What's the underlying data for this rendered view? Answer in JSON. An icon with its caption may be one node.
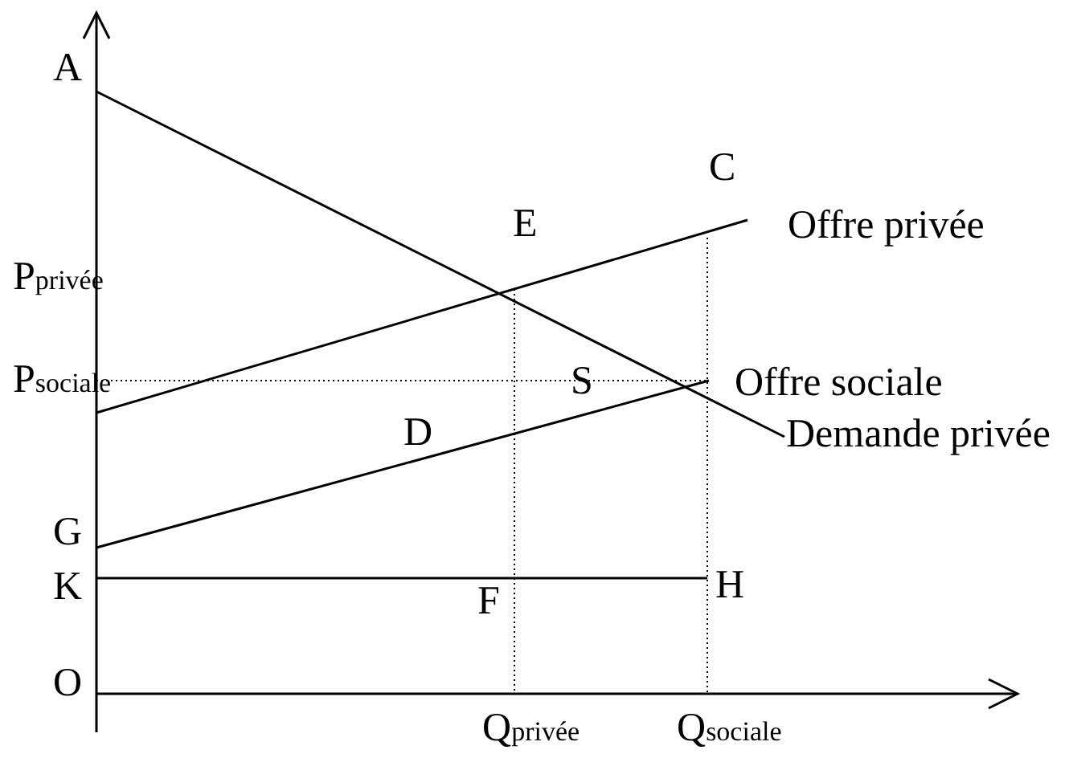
{
  "diagram": {
    "labels": [
      "A",
      "C",
      "E",
      "Offre privée",
      "P$_{privée}$",
      "P$_{sociale}$",
      "S",
      "Offre sociale",
      "D",
      "Demande privée",
      "G",
      "K",
      "F",
      "H",
      "O",
      "Q$_{privée}$",
      "Q$_{sociale}$"
    ]
  }
}
